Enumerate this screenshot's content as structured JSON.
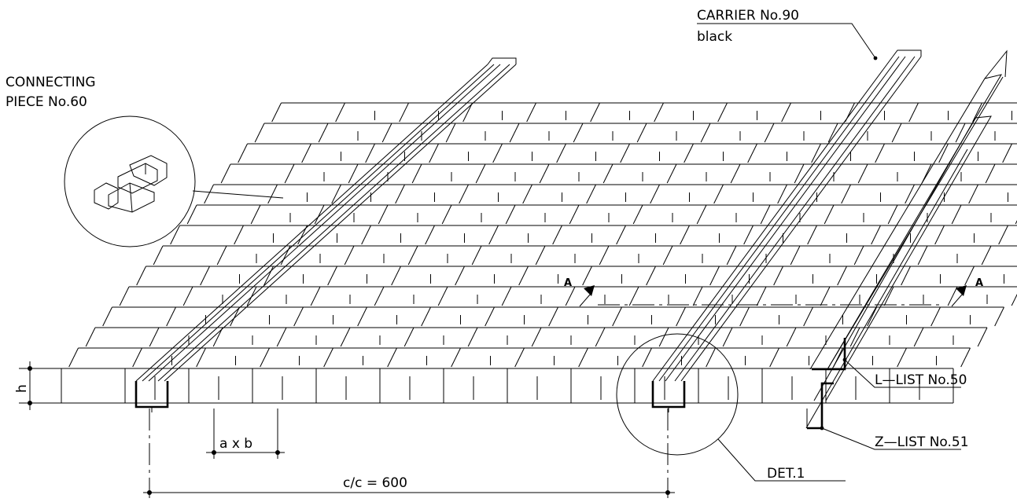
{
  "labels": {
    "carrier_line1": "CARRIER  No.90",
    "carrier_line2": "black",
    "connecting_line1": "CONNECTING",
    "connecting_line2": "PIECE  No.60",
    "l_list": "L—LIST  No.50",
    "z_list": "Z—LIST  No.51",
    "det1": "DET.1",
    "section_mark": "A",
    "dim_h": "h",
    "dim_axb": "a  x  b",
    "dim_cc": "c/c  =  600"
  }
}
